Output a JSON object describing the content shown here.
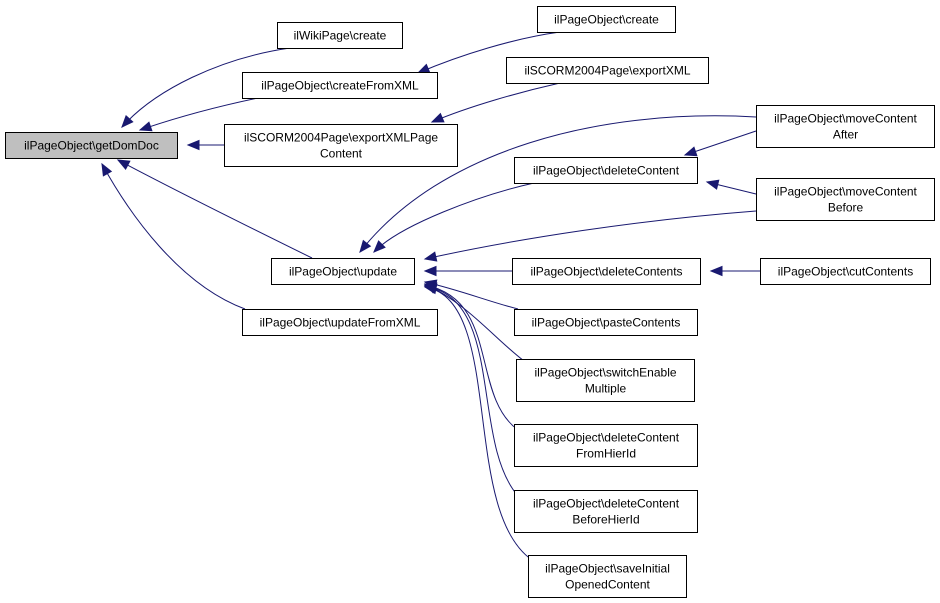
{
  "graph": {
    "root": "n_root",
    "edge_color": "#191970",
    "root_fill": "#bfbfbf",
    "nodes": [
      {
        "id": "n_root",
        "lines": [
          "ilPageObject\\getDomDoc"
        ]
      },
      {
        "id": "n_wikicreate",
        "lines": [
          "ilWikiPage\\create"
        ]
      },
      {
        "id": "n_createfromxml",
        "lines": [
          "ilPageObject\\createFromXML"
        ]
      },
      {
        "id": "n_scormexportpage",
        "lines": [
          "ilSCORM2004Page\\exportXMLPage",
          "Content"
        ]
      },
      {
        "id": "n_update",
        "lines": [
          "ilPageObject\\update"
        ]
      },
      {
        "id": "n_updatefromxml",
        "lines": [
          "ilPageObject\\updateFromXML"
        ]
      },
      {
        "id": "n_pocreate",
        "lines": [
          "ilPageObject\\create"
        ]
      },
      {
        "id": "n_scormexport",
        "lines": [
          "ilSCORM2004Page\\exportXML"
        ]
      },
      {
        "id": "n_deletecontent",
        "lines": [
          "ilPageObject\\deleteContent"
        ]
      },
      {
        "id": "n_moveafter",
        "lines": [
          "ilPageObject\\moveContent",
          "After"
        ]
      },
      {
        "id": "n_movebefore",
        "lines": [
          "ilPageObject\\moveContent",
          "Before"
        ]
      },
      {
        "id": "n_deletecontents",
        "lines": [
          "ilPageObject\\deleteContents"
        ]
      },
      {
        "id": "n_cutcontents",
        "lines": [
          "ilPageObject\\cutContents"
        ]
      },
      {
        "id": "n_pastecontents",
        "lines": [
          "ilPageObject\\pasteContents"
        ]
      },
      {
        "id": "n_switchenable",
        "lines": [
          "ilPageObject\\switchEnable",
          "Multiple"
        ]
      },
      {
        "id": "n_deletefromhier",
        "lines": [
          "ilPageObject\\deleteContent",
          "FromHierId"
        ]
      },
      {
        "id": "n_deletebeforehier",
        "lines": [
          "ilPageObject\\deleteContent",
          "BeforeHierId"
        ]
      },
      {
        "id": "n_saveinitial",
        "lines": [
          "ilPageObject\\saveInitial",
          "OpenedContent"
        ]
      }
    ],
    "edges": [
      {
        "from": "n_wikicreate",
        "to": "n_root"
      },
      {
        "from": "n_createfromxml",
        "to": "n_root"
      },
      {
        "from": "n_scormexportpage",
        "to": "n_root"
      },
      {
        "from": "n_update",
        "to": "n_root"
      },
      {
        "from": "n_updatefromxml",
        "to": "n_root"
      },
      {
        "from": "n_pocreate",
        "to": "n_createfromxml"
      },
      {
        "from": "n_scormexport",
        "to": "n_scormexportpage"
      },
      {
        "from": "n_moveafter",
        "to": "n_update"
      },
      {
        "from": "n_deletecontent",
        "to": "n_update"
      },
      {
        "from": "n_movebefore",
        "to": "n_update"
      },
      {
        "from": "n_deletecontents",
        "to": "n_update"
      },
      {
        "from": "n_pastecontents",
        "to": "n_update"
      },
      {
        "from": "n_switchenable",
        "to": "n_update"
      },
      {
        "from": "n_deletefromhier",
        "to": "n_update"
      },
      {
        "from": "n_deletebeforehier",
        "to": "n_update"
      },
      {
        "from": "n_saveinitial",
        "to": "n_update"
      },
      {
        "from": "n_moveafter",
        "to": "n_deletecontent"
      },
      {
        "from": "n_movebefore",
        "to": "n_deletecontent"
      },
      {
        "from": "n_cutcontents",
        "to": "n_deletecontents"
      }
    ]
  }
}
